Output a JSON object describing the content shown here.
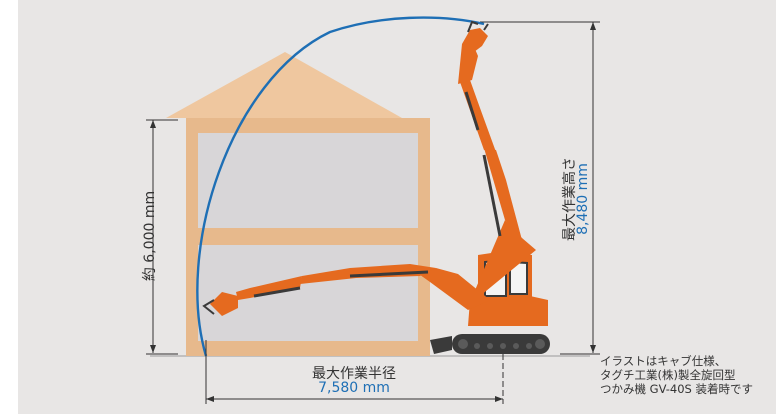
{
  "colors": {
    "panel": "#e8e6e5",
    "house_roof": "#efc79f",
    "house_wall": "#e7b98c",
    "house_floor": "#d8d6d8",
    "arc": "#1e6fb5",
    "machine_orange": "#e56a1f",
    "machine_dark": "#3a3a3a",
    "dim_line": "#333333"
  },
  "labels": {
    "height_6000": "約 6,000 mm",
    "max_height_title": "最大作業高さ",
    "max_height_value": "8,480 mm",
    "max_radius_title": "最大作業半径",
    "max_radius_value": "7,580 mm"
  },
  "note": {
    "lines": [
      "イラストはキャブ仕様、",
      "タグチ工業(株)製全旋回型",
      "つかみ機 GV-40S 装着時です"
    ]
  },
  "icons": {
    "house": "house-illustration",
    "machine": "demolition-excavator-illustration"
  }
}
